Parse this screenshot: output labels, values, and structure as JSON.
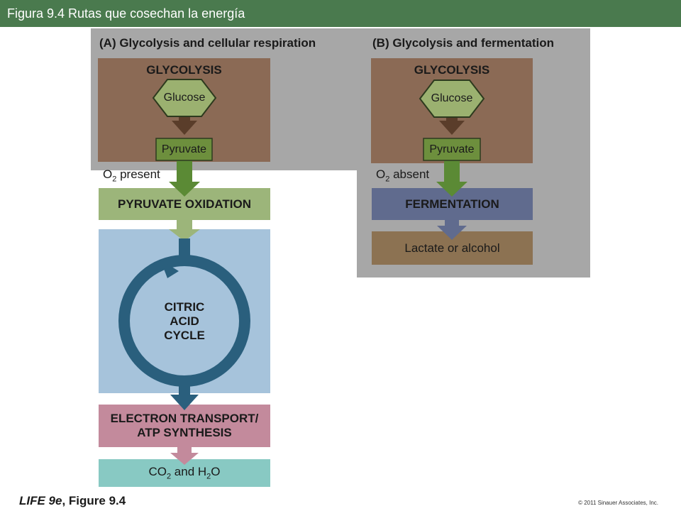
{
  "header": {
    "title": "Figura 9.4 Rutas que cosechan la energía"
  },
  "panel_a": {
    "heading": "(A) Glycolysis and cellular respiration",
    "glycolysis": "GLYCOLYSIS",
    "glucose": "Glucose",
    "pyruvate": "Pyruvate",
    "condition_prefix": "O",
    "condition_sub": "2",
    "condition_suffix": " present",
    "pyruvate_oxidation": "PYRUVATE OXIDATION",
    "cycle_line1": "CITRIC",
    "cycle_line2": "ACID",
    "cycle_line3": "CYCLE",
    "etc_line1": "ELECTRON TRANSPORT/",
    "etc_line2": "ATP SYNTHESIS",
    "products_a": "CO",
    "products_sub1": "2",
    "products_b": " and H",
    "products_sub2": "2",
    "products_c": "O"
  },
  "panel_b": {
    "heading": "(B) Glycolysis and fermentation",
    "glycolysis": "GLYCOLYSIS",
    "glucose": "Glucose",
    "pyruvate": "Pyruvate",
    "condition_prefix": "O",
    "condition_sub": "2",
    "condition_suffix": " absent",
    "fermentation": "FERMENTATION",
    "products": "Lactate or alcohol"
  },
  "footer": {
    "book_italic": "LIFE 9e",
    "figure": ", Figure 9.4",
    "copyright": "© 2011 Sinauer Associates, Inc."
  },
  "colors": {
    "header_bg": "#4a7a4e",
    "panel_bg": "#a7a7a7",
    "glycolysis_box": "#8b6a55",
    "glucose_hex": "#9bb170",
    "pyruvate_box": "#6d8f3d",
    "oxidation_box": "#9cb57a",
    "cycle_bg": "#a6c3db",
    "cycle_arrow": "#2a5f7d",
    "etc_box": "#c38a9c",
    "products_box": "#88c9c3",
    "fermentation_box": "#606b8e",
    "lactate_box": "#8c7252"
  }
}
